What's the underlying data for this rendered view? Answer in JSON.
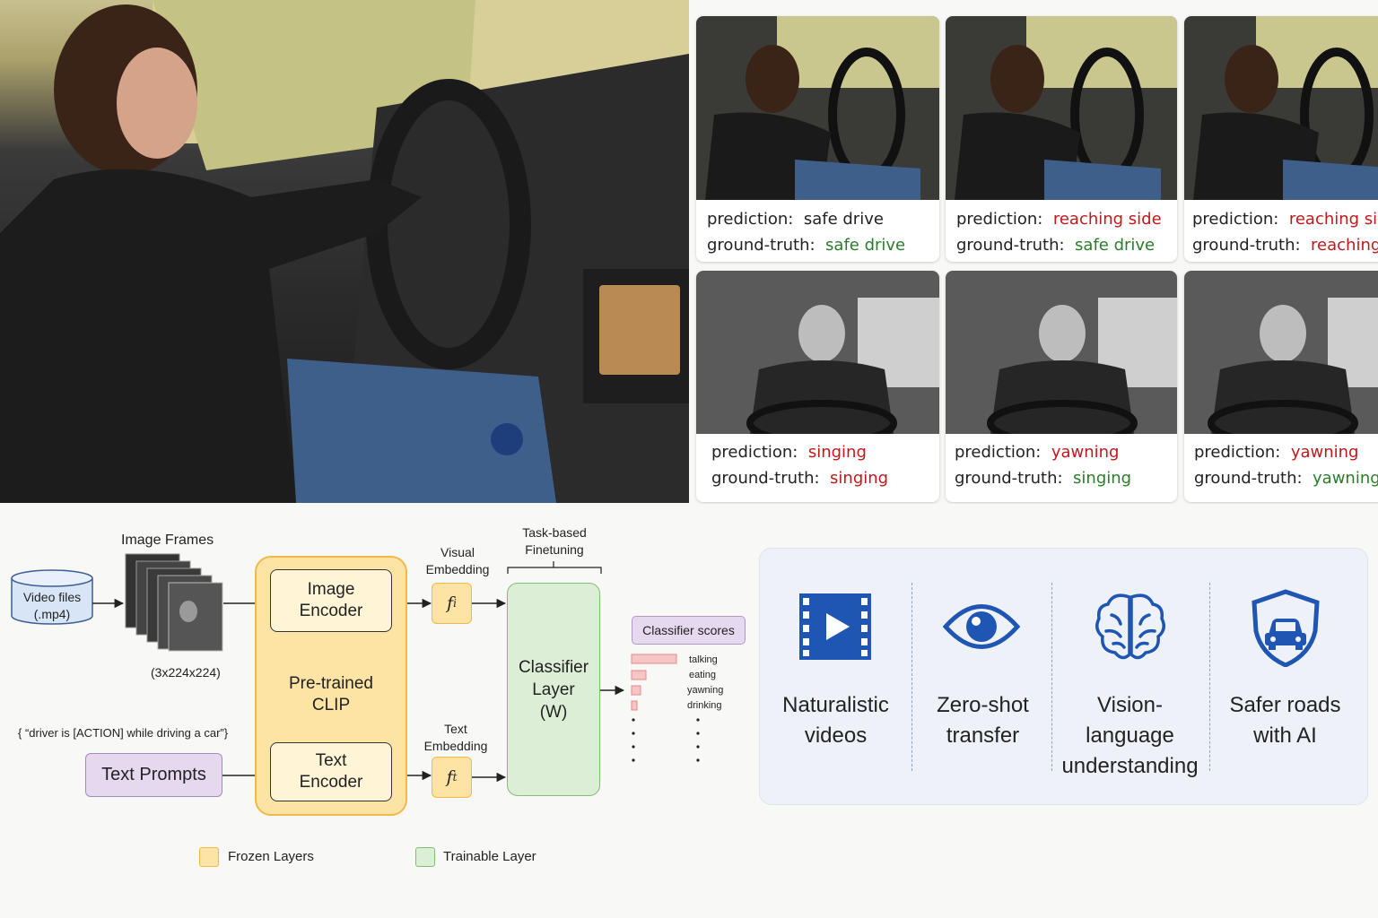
{
  "predictions": [
    {
      "prediction_label": "prediction:",
      "prediction": "safe drive",
      "gt_label": "ground-truth:",
      "ground_truth": "safe drive"
    },
    {
      "prediction_label": "prediction:",
      "prediction": "reaching side",
      "gt_label": "ground-truth:",
      "ground_truth": "safe drive"
    },
    {
      "prediction_label": "prediction:",
      "prediction": "reaching side",
      "gt_label": "ground-truth:",
      "ground_truth": "reaching side"
    },
    {
      "prediction_label": "prediction:",
      "prediction": "singing",
      "gt_label": "ground-truth:",
      "ground_truth": "singing"
    },
    {
      "prediction_label": "prediction:",
      "prediction": "yawning",
      "gt_label": "ground-truth:",
      "ground_truth": "singing"
    },
    {
      "prediction_label": "prediction:",
      "prediction": "yawning",
      "gt_label": "ground-truth:",
      "ground_truth": "yawning"
    }
  ],
  "colors": {
    "wrong": "#c0191c",
    "correct": "#2a7d2a",
    "frozen": "#fde4a4",
    "trainable": "#dcefd6",
    "prompt": "#e6d9ef",
    "accent": "#1f56b3"
  },
  "diagram": {
    "video_files": "Video files\n(.mp4)",
    "image_frames_title": "Image Frames",
    "frames_dim": "(3x224x224)",
    "image_encoder": "Image\nEncoder",
    "pretrained_clip": "Pre-trained\nCLIP",
    "text_encoder": "Text\nEncoder",
    "visual_embedding": "Visual\nEmbedding",
    "text_embedding": "Text\nEmbedding",
    "f_i": "f",
    "f_i_sub": "i",
    "f_t": "f",
    "f_t_sub": "t",
    "task_finetuning": "Task-based\nFinetuning",
    "classifier": "Classifier\nLayer\n(W)",
    "classifier_scores": "Classifier scores",
    "score_labels": [
      "talking",
      "eating",
      "yawning",
      "drinking"
    ],
    "prompt_template": "{ “driver is [ACTION] while driving a car”}",
    "text_prompts": "Text Prompts",
    "legend_frozen": "Frozen Layers",
    "legend_trainable": "Trainable Layer"
  },
  "features": [
    {
      "label": "Naturalistic\nvideos",
      "icon": "video-film-icon"
    },
    {
      "label": "Zero-shot\ntransfer",
      "icon": "eye-icon"
    },
    {
      "label": "Vision-language\nunderstanding",
      "icon": "brain-icon"
    },
    {
      "label": "Safer roads\nwith AI",
      "icon": "shield-car-icon"
    }
  ]
}
